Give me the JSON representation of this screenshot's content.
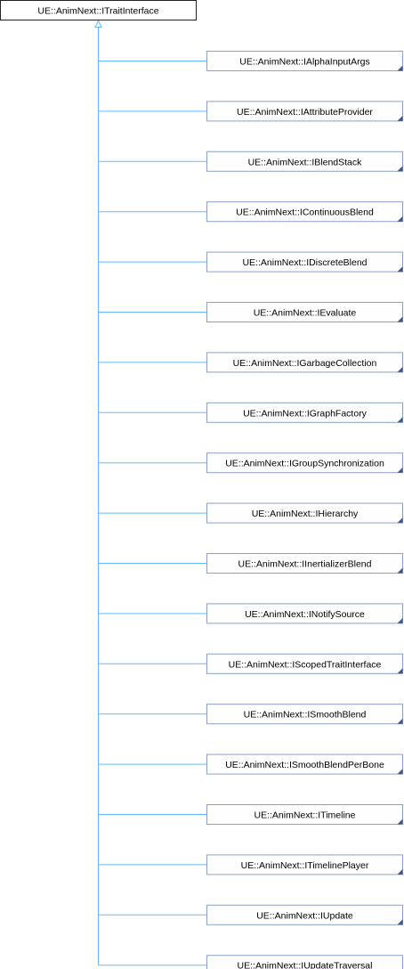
{
  "root": {
    "label": "UE::AnimNext::ITraitInterface"
  },
  "children": [
    {
      "label": "UE::AnimNext::IAlphaInputArgs"
    },
    {
      "label": "UE::AnimNext::IAttributeProvider"
    },
    {
      "label": "UE::AnimNext::IBlendStack"
    },
    {
      "label": "UE::AnimNext::IContinuousBlend"
    },
    {
      "label": "UE::AnimNext::IDiscreteBlend"
    },
    {
      "label": "UE::AnimNext::IEvaluate"
    },
    {
      "label": "UE::AnimNext::IGarbageCollection"
    },
    {
      "label": "UE::AnimNext::IGraphFactory"
    },
    {
      "label": "UE::AnimNext::IGroupSynchronization"
    },
    {
      "label": "UE::AnimNext::IHierarchy"
    },
    {
      "label": "UE::AnimNext::IInertializerBlend"
    },
    {
      "label": "UE::AnimNext::INotifySource"
    },
    {
      "label": "UE::AnimNext::IScopedTraitInterface"
    },
    {
      "label": "UE::AnimNext::ISmoothBlend"
    },
    {
      "label": "UE::AnimNext::ISmoothBlendPerBone"
    },
    {
      "label": "UE::AnimNext::ITimeline"
    },
    {
      "label": "UE::AnimNext::ITimelinePlayer"
    },
    {
      "label": "UE::AnimNext::IUpdate"
    },
    {
      "label": "UE::AnimNext::IUpdateTraversal"
    }
  ],
  "colors": {
    "edge": "#63b8ff",
    "child_border": "#8ba0cc",
    "root_border": "#222222",
    "corner_marker": "#3d578c"
  }
}
